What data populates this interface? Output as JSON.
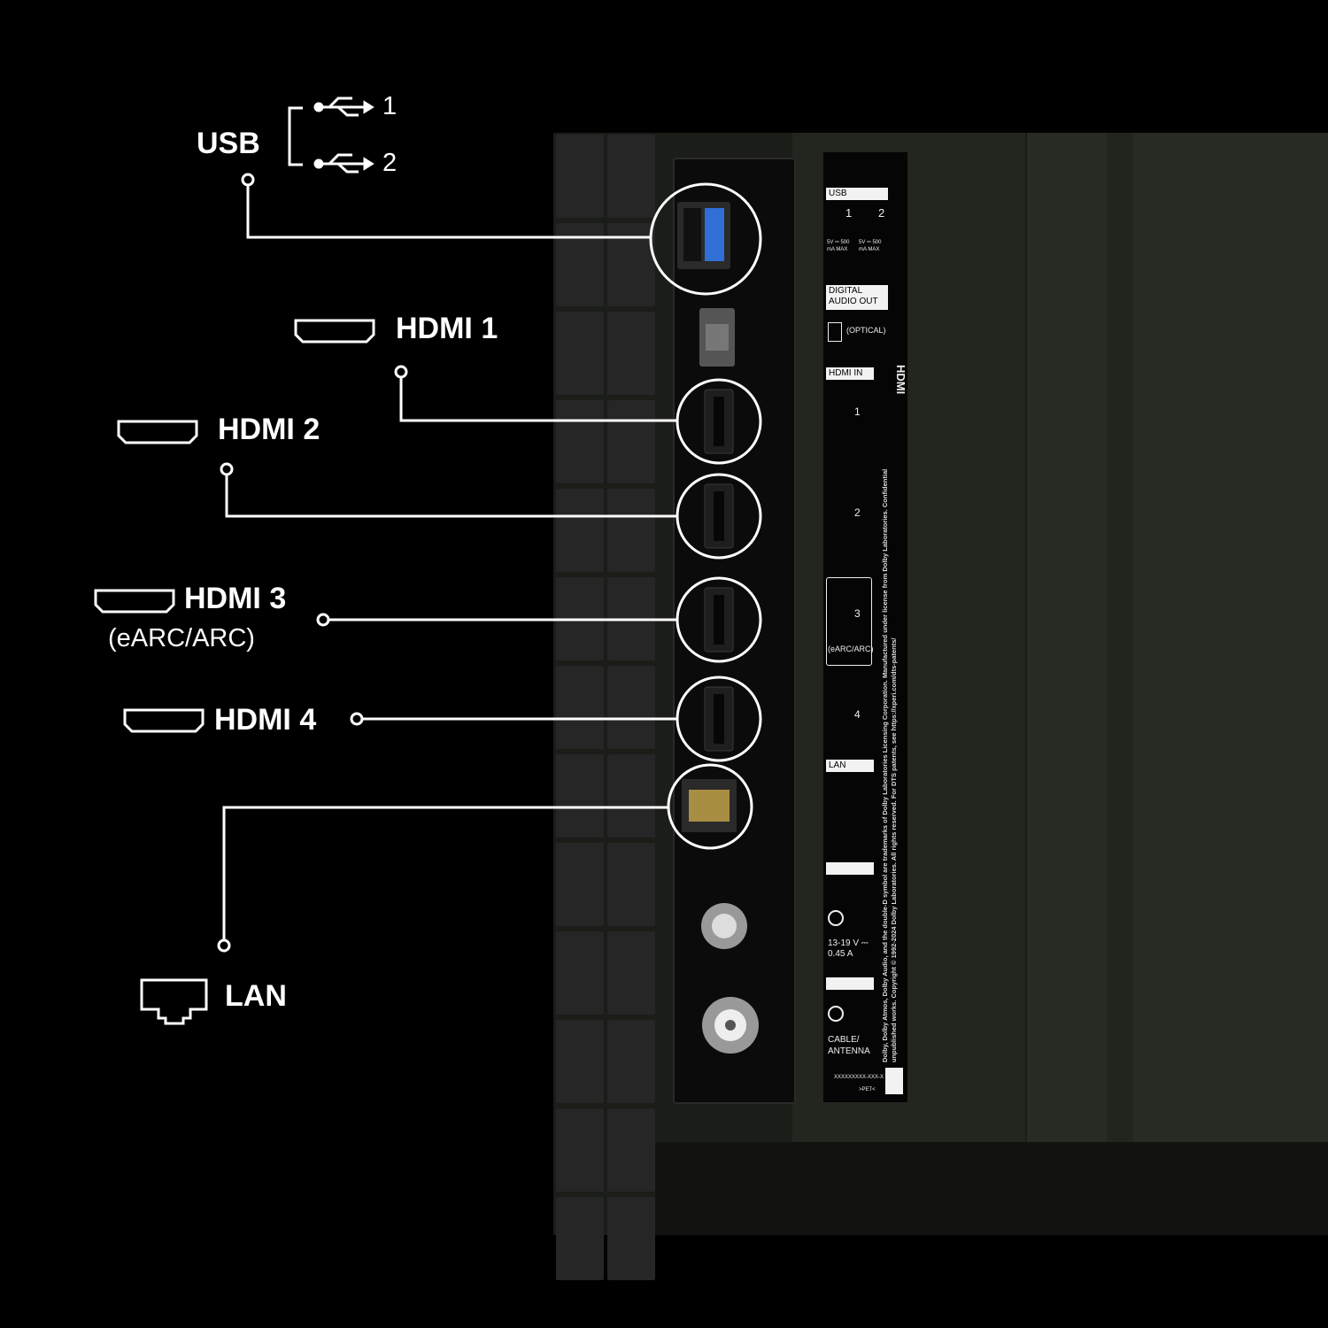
{
  "callouts": {
    "usb": {
      "label": "USB",
      "port1": "1",
      "port2": "2"
    },
    "hdmi1": {
      "label": "HDMI 1"
    },
    "hdmi2": {
      "label": "HDMI 2"
    },
    "hdmi3": {
      "label": "HDMI 3",
      "sub": "(eARC/ARC)"
    },
    "hdmi4": {
      "label": "HDMI 4"
    },
    "lan": {
      "label": "LAN"
    }
  },
  "panel_labels": {
    "usb": "USB",
    "usb1_num": "1",
    "usb2_num": "2",
    "usb1_rating": "5V ⎓ 500 mA MAX",
    "usb2_rating": "5V ⎓ 500 mA MAX",
    "digital_audio_out": "DIGITAL AUDIO OUT",
    "optical": "(OPTICAL)",
    "hdmi_in": "HDMI IN",
    "hdmi_logo": "HDMI",
    "hdmi_nums": [
      "1",
      "2",
      "3",
      "4"
    ],
    "earc": "(eARC/ARC)",
    "lan": "LAN",
    "power_rating": "13-19 V ⎓ 0.45 A",
    "cable_antenna": "CABLE/ ANTENNA",
    "serial": "XXXXXXXXX-XXX-X",
    "pet": ">PET<",
    "legal": "Dolby, Dolby Atmos, Dolby Audio, and the double-D symbol are trademarks of Dolby Laboratories Licensing Corporation. Manufactured under license from Dolby Laboratories. Confidential unpublished works. Copyright © 1992-2024 Dolby Laboratories. All rights reserved. For DTS patents, see https://xperi.com/dts-patents/"
  },
  "colors": {
    "background": "#000000",
    "usb_port_accent": "#2f6fd6",
    "lan_pins": "#c8a848"
  }
}
